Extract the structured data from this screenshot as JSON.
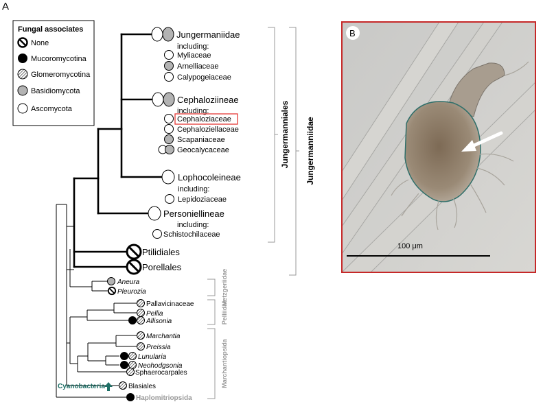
{
  "panel_a_label": "A",
  "panel_b_label": "B",
  "legend": {
    "title": "Fungal associates",
    "items": [
      {
        "label": "None",
        "symbol": "none"
      },
      {
        "label": "Mucoromycotina",
        "symbol": "mucoro"
      },
      {
        "label": "Glomeromycotina",
        "symbol": "glomero"
      },
      {
        "label": "Basidiomycota",
        "symbol": "basidio"
      },
      {
        "label": "Ascomycota",
        "symbol": "asco"
      }
    ]
  },
  "taxa": {
    "jungermanniidae": {
      "name": "Jungermaniidae",
      "sub": "including:",
      "families": [
        "Myliaceae",
        "Arnelliaceae",
        "Calypogeiaceae"
      ]
    },
    "cephaloziineae": {
      "name": "Cephaloziineae",
      "sub": "including:",
      "families": [
        "Cephaloziaceae",
        "Cephaloziellaceae",
        "Scapaniaceae",
        "Geocalycaceae"
      ]
    },
    "lophocoleineae": {
      "name": "Lophocoleineae",
      "sub": "including:",
      "families": [
        "Lepidoziaceae"
      ]
    },
    "perssoniellineae": {
      "name": "Personiellineae",
      "sub": "including:",
      "families": [
        "Schistochilaceae"
      ]
    },
    "ptilidiales": "Ptilidiales",
    "porellales": "Porellales",
    "aneura": "Aneura",
    "pleurozia": "Pleurozia",
    "pallavicinaceae": "Pallavicinaceae",
    "pellia": "Pellia",
    "allisonia": "Allisonia",
    "marchantia": "Marchantia",
    "preissia": "Preissia",
    "lunularia": "Lunularia",
    "neohodgsonia": "Neohodgsonia",
    "sphaerocarpales": "Sphaerocarpales",
    "blasiales": "Blasiales",
    "haplomitriopsida": "Haplomitriopsida"
  },
  "cyanobacteria": "Cyanobacteria",
  "clades": {
    "jungermanniales": "Jungermanniales",
    "jungermanniidae": "Jungermanniidae",
    "metzgeriidae": "Metzgeriidae",
    "pelliidae": "Pelliidae",
    "marchantiopsida": "Marchantiopsida"
  },
  "scale_bar": "100 μm",
  "colors": {
    "grey_symbol": "#b3b3b3",
    "grey_label": "#999999",
    "teal": "#1d6f66",
    "highlight_box": "#e53935",
    "photo_frame": "#c62828"
  }
}
